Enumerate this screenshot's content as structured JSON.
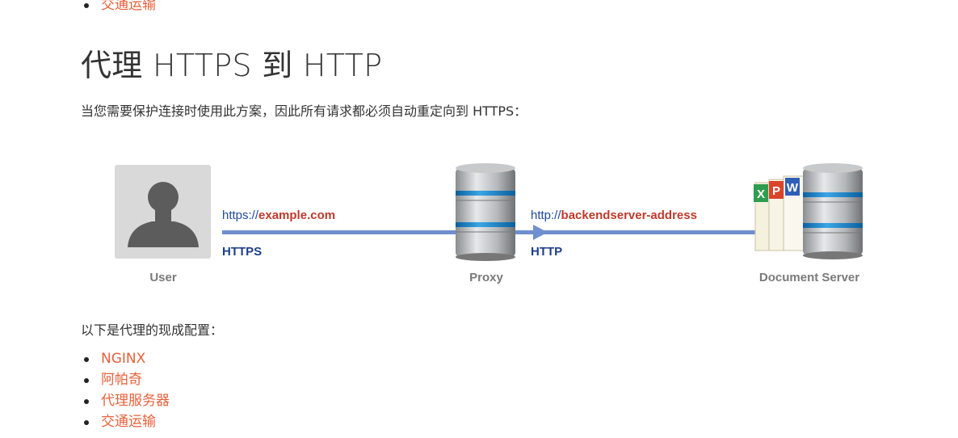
{
  "top_list": [
    {
      "label": "交通运输"
    }
  ],
  "heading": "代理 HTTPS 到 HTTP",
  "intro": "当您需要保护连接时使用此方案，因此所有请求都必须自动重定向到 HTTPS：",
  "diagram": {
    "user_label": "User",
    "proxy_label": "Proxy",
    "server_label": "Document Server",
    "link1": {
      "scheme": "https://",
      "host": "example.com",
      "protocol": "HTTPS"
    },
    "link2": {
      "scheme": "http://",
      "host": "backendserver-address",
      "protocol": "HTTP"
    },
    "doc_letters": [
      "X",
      "P",
      "W"
    ]
  },
  "lead": "以下是代理的现成配置：",
  "bottom_list": [
    {
      "label": "NGINX"
    },
    {
      "label": "阿帕奇"
    },
    {
      "label": "代理服务器"
    },
    {
      "label": "交通运输"
    }
  ],
  "colors": {
    "link": "#e8603a",
    "arrow": "#6f8fcf",
    "host": "#c0392b",
    "scheme": "#1f4a9c"
  }
}
